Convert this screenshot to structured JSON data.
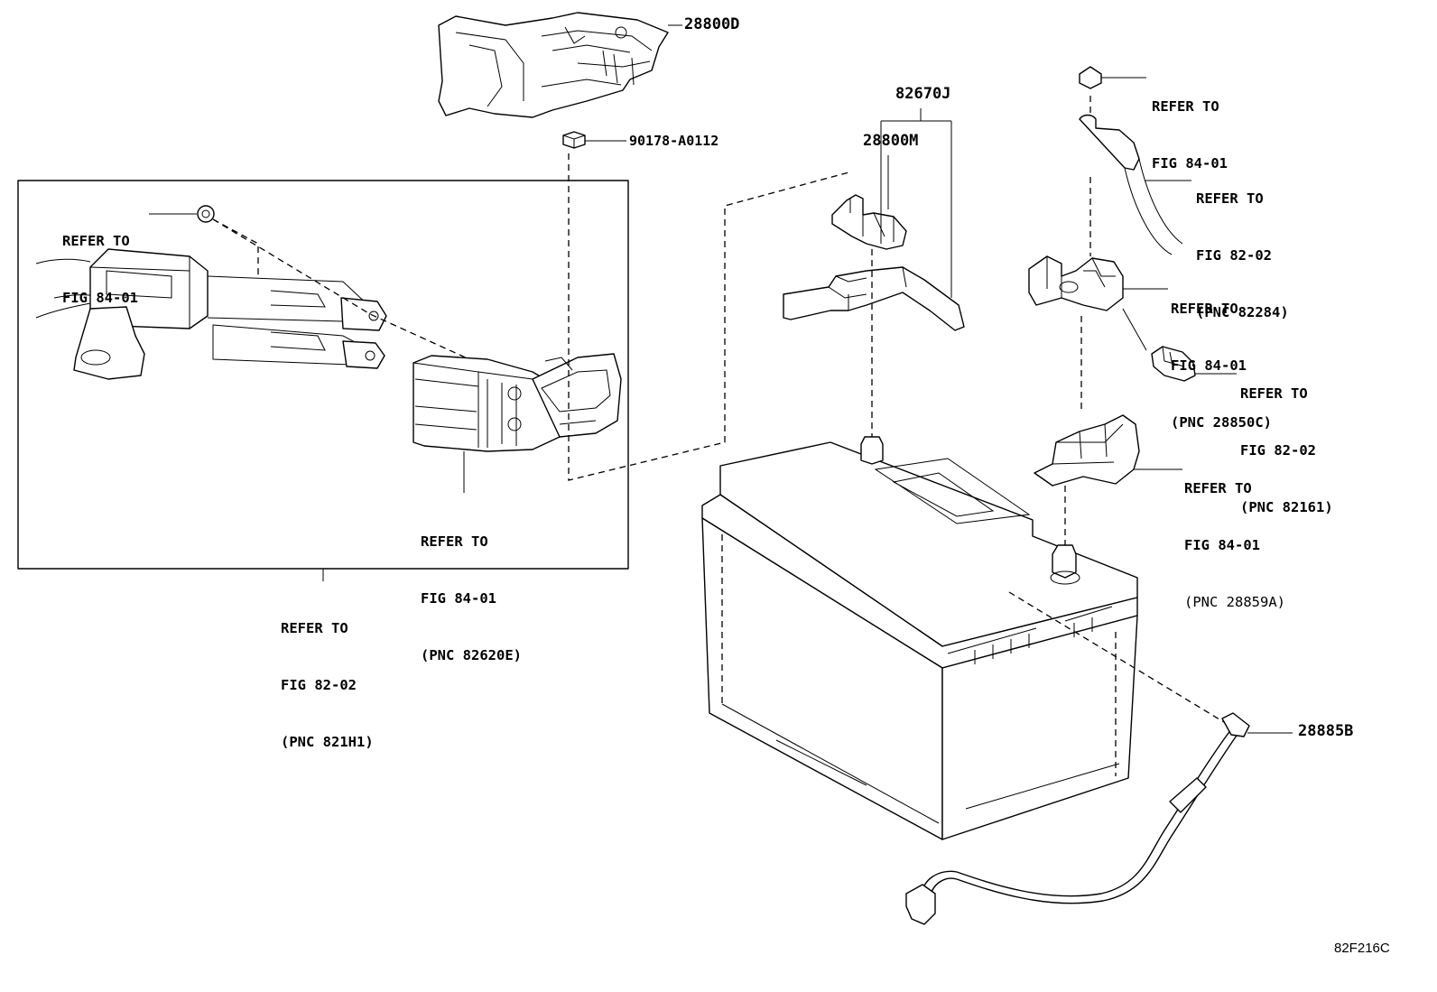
{
  "diagram_code": "82F216C",
  "part_numbers": {
    "bracket_top": "28800D",
    "nut": "90178-A0112",
    "terminal_assy": "82670J",
    "clamp": "28800M",
    "negative_cable": "28885B"
  },
  "refs": {
    "inset_nut": [
      "REFER TO",
      "FIG 84-01"
    ],
    "inset_fuse": [
      "REFER TO",
      "FIG 84-01",
      "(PNC 82620E)"
    ],
    "inset_box": [
      "REFER TO",
      "FIG 82-02",
      "(PNC 821H1)"
    ],
    "right_nut": [
      "REFER TO",
      "FIG 84-01"
    ],
    "positive_cable": [
      "REFER TO",
      "FIG 82-02",
      "(PNC 82284)"
    ],
    "pos_terminal": [
      "REFER TO",
      "FIG 84-01",
      "(PNC 28850C)"
    ],
    "sensor": [
      "REFER TO",
      "FIG 82-02",
      "(PNC 82161)"
    ],
    "cover": [
      "REFER TO",
      "FIG 84-01",
      "(PNC 28859A)"
    ]
  }
}
